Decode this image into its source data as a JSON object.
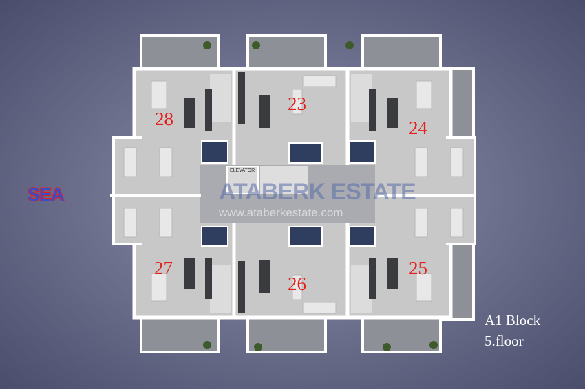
{
  "compass_label": "SEA",
  "block": {
    "name": "A1 Block",
    "floor": "5.floor"
  },
  "units": [
    "28",
    "23",
    "24",
    "27",
    "26",
    "25"
  ],
  "watermark": {
    "brand": "ATABERK ESTATE",
    "url": "www.ataberkestate.com"
  },
  "elevator_label": "ELEVATOR",
  "colors": {
    "unit_number": "#e3211c",
    "sea_fill": "#3b4cc8",
    "sea_outline": "#e3211c",
    "bathroom": "#2f3d5e",
    "floor": "#c8c8c8",
    "balcony": "#8e9098"
  }
}
